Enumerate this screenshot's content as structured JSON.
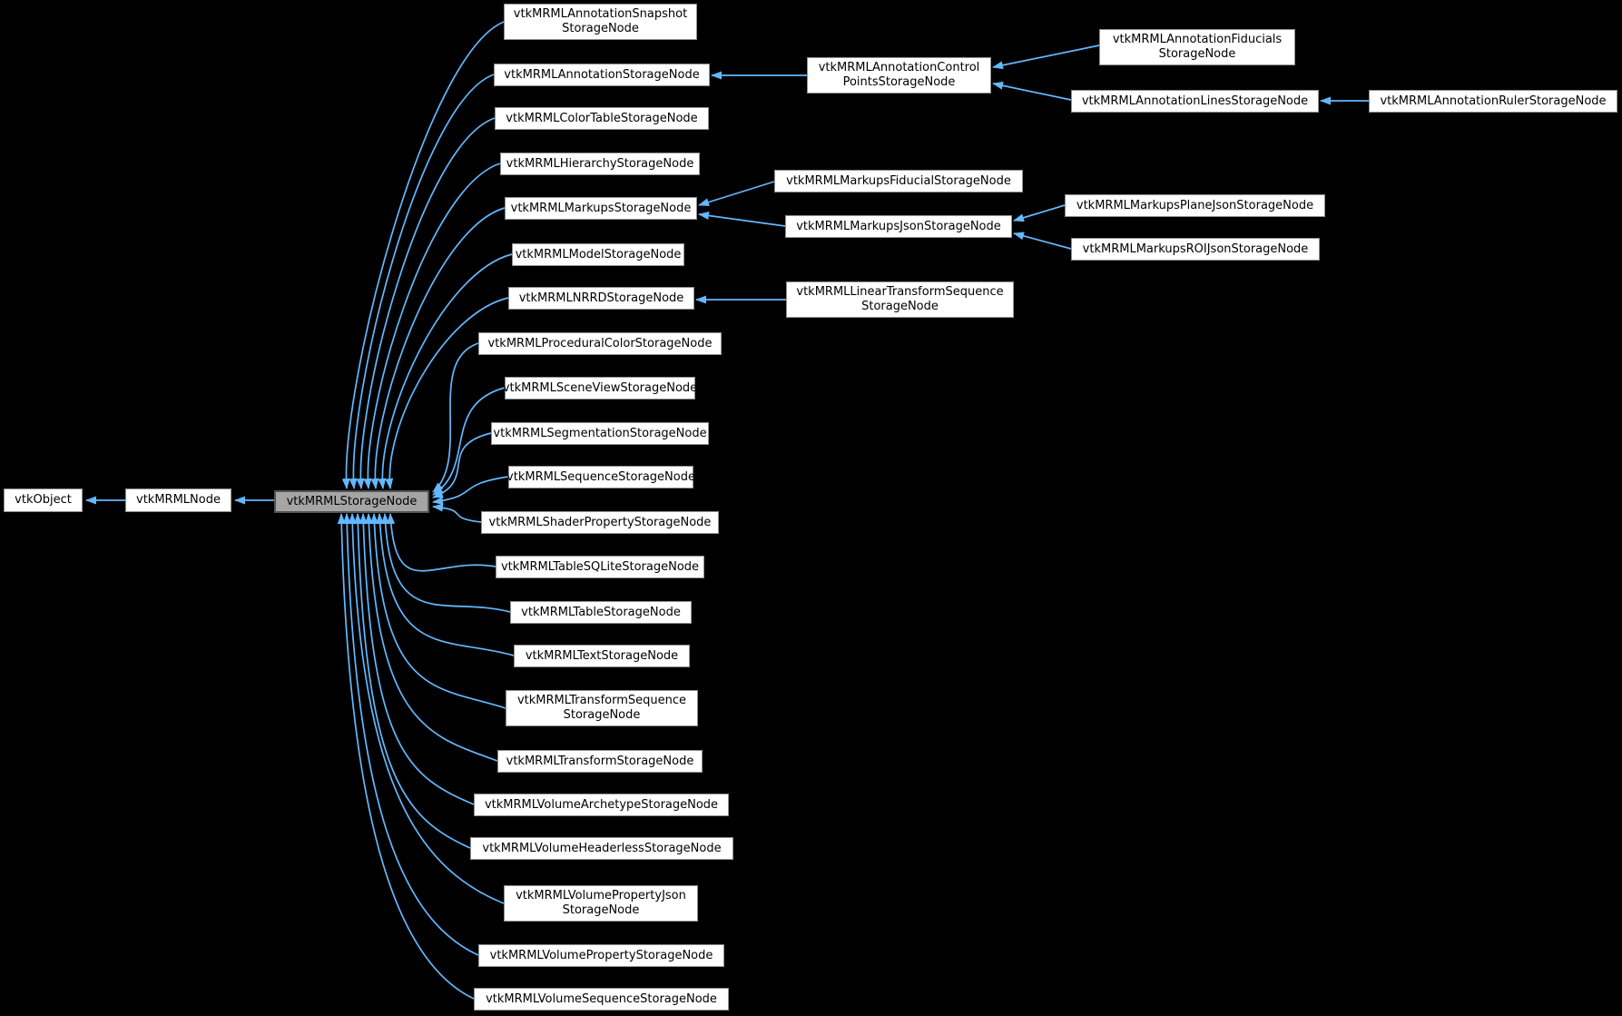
{
  "diagram_type": "class-inheritance-graph",
  "colors": {
    "background": "#000000",
    "edge_arrow": "#63b8ff",
    "node_fill": "#ffffff",
    "node_border": "#8f8f8f",
    "highlight_fill": "#a5a5a5",
    "highlight_border": "#545454",
    "text": "#000000"
  },
  "nodes": [
    {
      "id": "vtkObject",
      "label": "vtkObject",
      "highlight": false
    },
    {
      "id": "vtkMRMLNode",
      "label": "vtkMRMLNode",
      "highlight": false
    },
    {
      "id": "vtkMRMLStorageNode",
      "label": "vtkMRMLStorageNode",
      "highlight": true
    },
    {
      "id": "vtkMRMLAnnotationSnapshotStorageNode",
      "label": "vtkMRMLAnnotationSnapshot\nStorageNode",
      "highlight": false
    },
    {
      "id": "vtkMRMLAnnotationStorageNode",
      "label": "vtkMRMLAnnotationStorageNode",
      "highlight": false
    },
    {
      "id": "vtkMRMLColorTableStorageNode",
      "label": "vtkMRMLColorTableStorageNode",
      "highlight": false
    },
    {
      "id": "vtkMRMLHierarchyStorageNode",
      "label": "vtkMRMLHierarchyStorageNode",
      "highlight": false
    },
    {
      "id": "vtkMRMLMarkupsStorageNode",
      "label": "vtkMRMLMarkupsStorageNode",
      "highlight": false
    },
    {
      "id": "vtkMRMLModelStorageNode",
      "label": "vtkMRMLModelStorageNode",
      "highlight": false
    },
    {
      "id": "vtkMRMLNRRDStorageNode",
      "label": "vtkMRMLNRRDStorageNode",
      "highlight": false
    },
    {
      "id": "vtkMRMLProceduralColorStorageNode",
      "label": "vtkMRMLProceduralColorStorageNode",
      "highlight": false
    },
    {
      "id": "vtkMRMLSceneViewStorageNode",
      "label": "vtkMRMLSceneViewStorageNode",
      "highlight": false
    },
    {
      "id": "vtkMRMLSegmentationStorageNode",
      "label": "vtkMRMLSegmentationStorageNode",
      "highlight": false
    },
    {
      "id": "vtkMRMLSequenceStorageNode",
      "label": "vtkMRMLSequenceStorageNode",
      "highlight": false
    },
    {
      "id": "vtkMRMLShaderPropertyStorageNode",
      "label": "vtkMRMLShaderPropertyStorageNode",
      "highlight": false
    },
    {
      "id": "vtkMRMLTableSQLiteStorageNode",
      "label": "vtkMRMLTableSQLiteStorageNode",
      "highlight": false
    },
    {
      "id": "vtkMRMLTableStorageNode",
      "label": "vtkMRMLTableStorageNode",
      "highlight": false
    },
    {
      "id": "vtkMRMLTextStorageNode",
      "label": "vtkMRMLTextStorageNode",
      "highlight": false
    },
    {
      "id": "vtkMRMLTransformSequenceStorageNode",
      "label": "vtkMRMLTransformSequence\nStorageNode",
      "highlight": false
    },
    {
      "id": "vtkMRMLTransformStorageNode",
      "label": "vtkMRMLTransformStorageNode",
      "highlight": false
    },
    {
      "id": "vtkMRMLVolumeArchetypeStorageNode",
      "label": "vtkMRMLVolumeArchetypeStorageNode",
      "highlight": false
    },
    {
      "id": "vtkMRMLVolumeHeaderlessStorageNode",
      "label": "vtkMRMLVolumeHeaderlessStorageNode",
      "highlight": false
    },
    {
      "id": "vtkMRMLVolumePropertyJsonStorageNode",
      "label": "vtkMRMLVolumePropertyJson\nStorageNode",
      "highlight": false
    },
    {
      "id": "vtkMRMLVolumePropertyStorageNode",
      "label": "vtkMRMLVolumePropertyStorageNode",
      "highlight": false
    },
    {
      "id": "vtkMRMLVolumeSequenceStorageNode",
      "label": "vtkMRMLVolumeSequenceStorageNode",
      "highlight": false
    },
    {
      "id": "vtkMRMLAnnotationControlPointsStorageNode",
      "label": "vtkMRMLAnnotationControl\nPointsStorageNode",
      "highlight": false
    },
    {
      "id": "vtkMRMLAnnotationFiducialsStorageNode",
      "label": "vtkMRMLAnnotationFiducials\nStorageNode",
      "highlight": false
    },
    {
      "id": "vtkMRMLAnnotationLinesStorageNode",
      "label": "vtkMRMLAnnotationLinesStorageNode",
      "highlight": false
    },
    {
      "id": "vtkMRMLAnnotationRulerStorageNode",
      "label": "vtkMRMLAnnotationRulerStorageNode",
      "highlight": false
    },
    {
      "id": "vtkMRMLMarkupsFiducialStorageNode",
      "label": "vtkMRMLMarkupsFiducialStorageNode",
      "highlight": false
    },
    {
      "id": "vtkMRMLMarkupsJsonStorageNode",
      "label": "vtkMRMLMarkupsJsonStorageNode",
      "highlight": false
    },
    {
      "id": "vtkMRMLMarkupsPlaneJsonStorageNode",
      "label": "vtkMRMLMarkupsPlaneJsonStorageNode",
      "highlight": false
    },
    {
      "id": "vtkMRMLMarkupsROIJsonStorageNode",
      "label": "vtkMRMLMarkupsROIJsonStorageNode",
      "highlight": false
    },
    {
      "id": "vtkMRMLLinearTransformSequenceStorageNode",
      "label": "vtkMRMLLinearTransformSequence\nStorageNode",
      "highlight": false
    }
  ],
  "edges": [
    {
      "from": "vtkMRMLNode",
      "to": "vtkObject"
    },
    {
      "from": "vtkMRMLStorageNode",
      "to": "vtkMRMLNode"
    },
    {
      "from": "vtkMRMLAnnotationSnapshotStorageNode",
      "to": "vtkMRMLStorageNode"
    },
    {
      "from": "vtkMRMLAnnotationStorageNode",
      "to": "vtkMRMLStorageNode"
    },
    {
      "from": "vtkMRMLColorTableStorageNode",
      "to": "vtkMRMLStorageNode"
    },
    {
      "from": "vtkMRMLHierarchyStorageNode",
      "to": "vtkMRMLStorageNode"
    },
    {
      "from": "vtkMRMLMarkupsStorageNode",
      "to": "vtkMRMLStorageNode"
    },
    {
      "from": "vtkMRMLModelStorageNode",
      "to": "vtkMRMLStorageNode"
    },
    {
      "from": "vtkMRMLNRRDStorageNode",
      "to": "vtkMRMLStorageNode"
    },
    {
      "from": "vtkMRMLProceduralColorStorageNode",
      "to": "vtkMRMLStorageNode"
    },
    {
      "from": "vtkMRMLSceneViewStorageNode",
      "to": "vtkMRMLStorageNode"
    },
    {
      "from": "vtkMRMLSegmentationStorageNode",
      "to": "vtkMRMLStorageNode"
    },
    {
      "from": "vtkMRMLSequenceStorageNode",
      "to": "vtkMRMLStorageNode"
    },
    {
      "from": "vtkMRMLShaderPropertyStorageNode",
      "to": "vtkMRMLStorageNode"
    },
    {
      "from": "vtkMRMLTableSQLiteStorageNode",
      "to": "vtkMRMLStorageNode"
    },
    {
      "from": "vtkMRMLTableStorageNode",
      "to": "vtkMRMLStorageNode"
    },
    {
      "from": "vtkMRMLTextStorageNode",
      "to": "vtkMRMLStorageNode"
    },
    {
      "from": "vtkMRMLTransformSequenceStorageNode",
      "to": "vtkMRMLStorageNode"
    },
    {
      "from": "vtkMRMLTransformStorageNode",
      "to": "vtkMRMLStorageNode"
    },
    {
      "from": "vtkMRMLVolumeArchetypeStorageNode",
      "to": "vtkMRMLStorageNode"
    },
    {
      "from": "vtkMRMLVolumeHeaderlessStorageNode",
      "to": "vtkMRMLStorageNode"
    },
    {
      "from": "vtkMRMLVolumePropertyJsonStorageNode",
      "to": "vtkMRMLStorageNode"
    },
    {
      "from": "vtkMRMLVolumePropertyStorageNode",
      "to": "vtkMRMLStorageNode"
    },
    {
      "from": "vtkMRMLVolumeSequenceStorageNode",
      "to": "vtkMRMLStorageNode"
    },
    {
      "from": "vtkMRMLAnnotationControlPointsStorageNode",
      "to": "vtkMRMLAnnotationStorageNode"
    },
    {
      "from": "vtkMRMLAnnotationFiducialsStorageNode",
      "to": "vtkMRMLAnnotationControlPointsStorageNode"
    },
    {
      "from": "vtkMRMLAnnotationLinesStorageNode",
      "to": "vtkMRMLAnnotationControlPointsStorageNode"
    },
    {
      "from": "vtkMRMLAnnotationRulerStorageNode",
      "to": "vtkMRMLAnnotationLinesStorageNode"
    },
    {
      "from": "vtkMRMLMarkupsFiducialStorageNode",
      "to": "vtkMRMLMarkupsStorageNode"
    },
    {
      "from": "vtkMRMLMarkupsJsonStorageNode",
      "to": "vtkMRMLMarkupsStorageNode"
    },
    {
      "from": "vtkMRMLMarkupsPlaneJsonStorageNode",
      "to": "vtkMRMLMarkupsJsonStorageNode"
    },
    {
      "from": "vtkMRMLMarkupsROIJsonStorageNode",
      "to": "vtkMRMLMarkupsJsonStorageNode"
    },
    {
      "from": "vtkMRMLLinearTransformSequenceStorageNode",
      "to": "vtkMRMLNRRDStorageNode"
    }
  ]
}
